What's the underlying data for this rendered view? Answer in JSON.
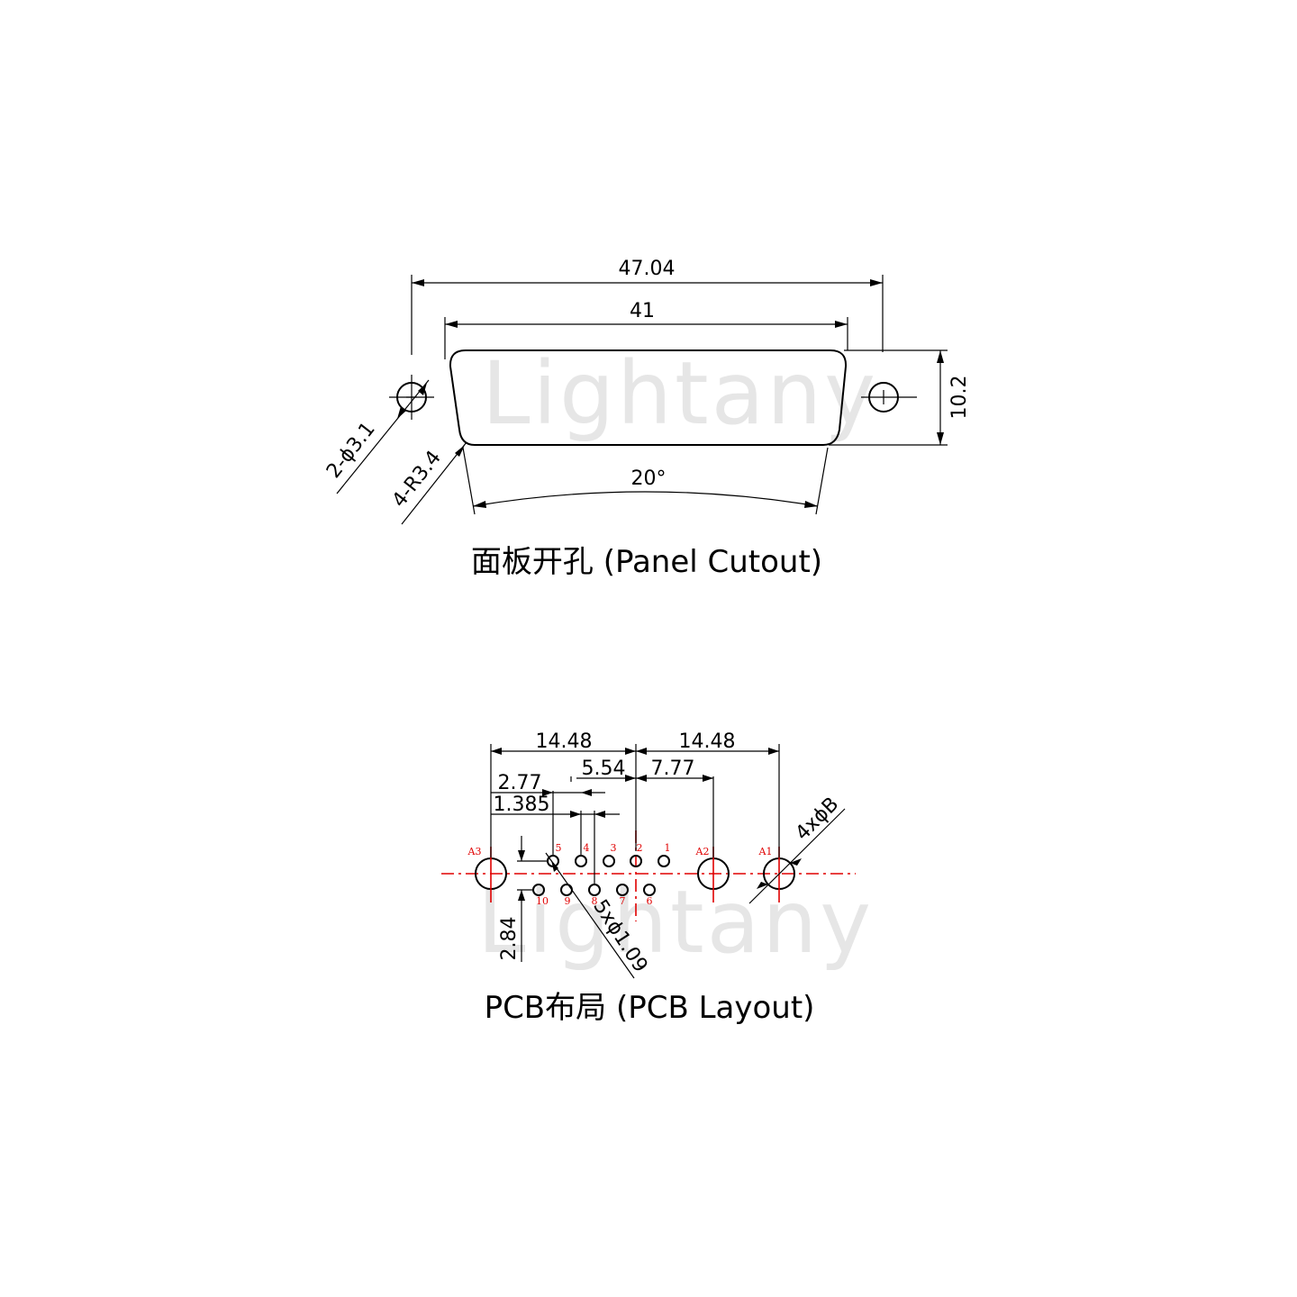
{
  "watermark": "Lightany",
  "panel": {
    "caption": "面板开孔 (Panel Cutout)",
    "dim_overall_width": "47.04",
    "dim_body_width": "41",
    "dim_height": "10.2",
    "dim_hole": "2-ϕ3.1",
    "dim_radius": "4-R3.4",
    "dim_angle": "20°"
  },
  "pcb": {
    "caption": "PCB布局 (PCB Layout)",
    "dim_left_span": "14.48",
    "dim_right_span": "14.48",
    "dim_5_54": "5.54",
    "dim_7_77": "7.77",
    "dim_2_77": "2.77",
    "dim_1_385": "1.385",
    "dim_row_pitch": "2.84",
    "dim_pin_hole": "5xϕ1.09",
    "dim_mount_hole": "4xϕB",
    "anchor_labels": [
      "A3",
      "A2",
      "A1"
    ],
    "pin_labels_top": [
      "5",
      "4",
      "3",
      "2",
      "1"
    ],
    "pin_labels_bottom": [
      "10",
      "9",
      "8",
      "7",
      "6"
    ]
  },
  "colors": {
    "line": "#000000",
    "centerline": "#e00000",
    "watermark": "#e6e6e6"
  }
}
